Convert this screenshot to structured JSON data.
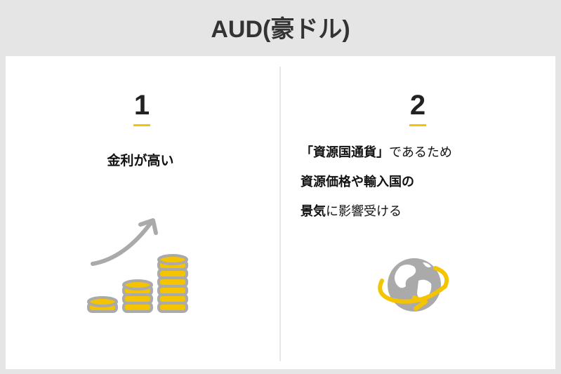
{
  "header": {
    "title": "AUD(豪ドル)"
  },
  "point1": {
    "number": "1",
    "text": "金利が高い",
    "icon": "coin-stacks-rising-arrow-icon"
  },
  "point2": {
    "number": "2",
    "line1_bold": "「資源国通貨」",
    "line1_rest": "であるため",
    "line2_bold": "資源価格や輸入国の",
    "line3_bold": "景気",
    "line3_rest": "に影響受ける",
    "icon": "globe-rotation-icon"
  },
  "colors": {
    "accent": "#f5c400",
    "icon_gray": "#aaaaaa",
    "header_bg": "#e5e5e5"
  }
}
